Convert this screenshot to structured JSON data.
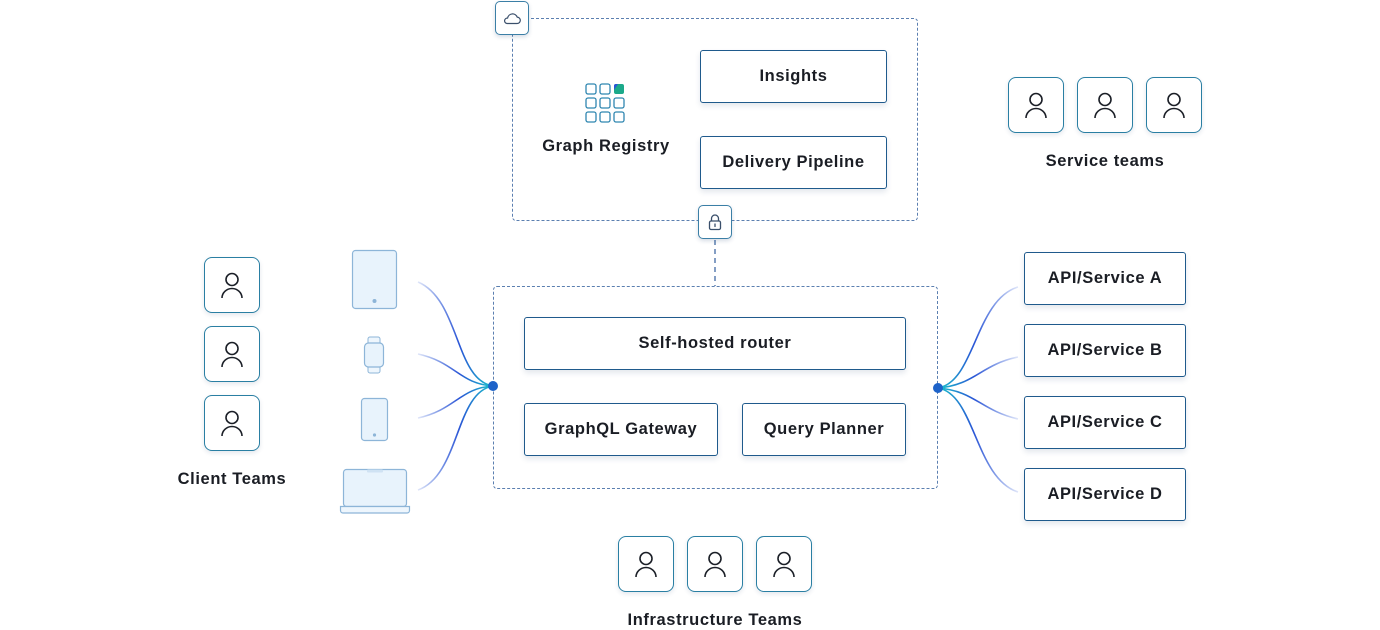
{
  "graph_registry": {
    "label": "Graph Registry",
    "insights_label": "Insights",
    "delivery_label": "Delivery Pipeline"
  },
  "service_teams": {
    "label": "Service teams"
  },
  "client_teams": {
    "label": "Client Teams"
  },
  "infrastructure_teams": {
    "label": "Infrastructure Teams"
  },
  "router": {
    "self_hosted_label": "Self-hosted router",
    "gateway_label": "GraphQL Gateway",
    "planner_label": "Query Planner"
  },
  "services": [
    "API/Service A",
    "API/Service B",
    "API/Service C",
    "API/Service D"
  ],
  "icons": {
    "cloud": "cloud-icon",
    "lock": "lock-icon",
    "person": "person-icon",
    "grid": "grid-icon",
    "tablet": "tablet-icon",
    "watch": "watch-icon",
    "phone": "phone-icon",
    "laptop": "laptop-icon"
  },
  "colors": {
    "box_border": "#1f5a8c",
    "dashed_border": "#5b7fb0",
    "tile_border": "#2a7fa3",
    "wire_start": "#2a55d6",
    "wire_end": "#18c3c9",
    "node": "#1d63c9"
  }
}
